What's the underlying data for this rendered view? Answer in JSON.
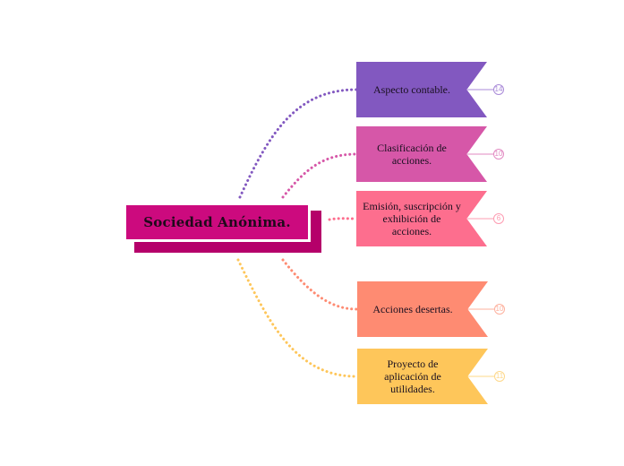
{
  "central": {
    "title": "Sociedad Anónima."
  },
  "branches": [
    {
      "label": "Aspecto contable.",
      "badge": "14",
      "color": "#8258c0",
      "badge_color": "#a98ad8"
    },
    {
      "label": "Clasificación de acciones.",
      "badge": "10",
      "color": "#d657a8",
      "badge_color": "#e28ac2"
    },
    {
      "label": "Emisión, suscripción y exhibición de acciones.",
      "badge": "6",
      "color": "#fd6e8e",
      "badge_color": "#fd9cb2"
    },
    {
      "label": "Acciones desertas.",
      "badge": "10",
      "color": "#fe8b72",
      "badge_color": "#fdb19e"
    },
    {
      "label": "Proyecto de aplicación de utilidades.",
      "badge": "11",
      "color": "#fec65a",
      "badge_color": "#fed88a"
    }
  ]
}
